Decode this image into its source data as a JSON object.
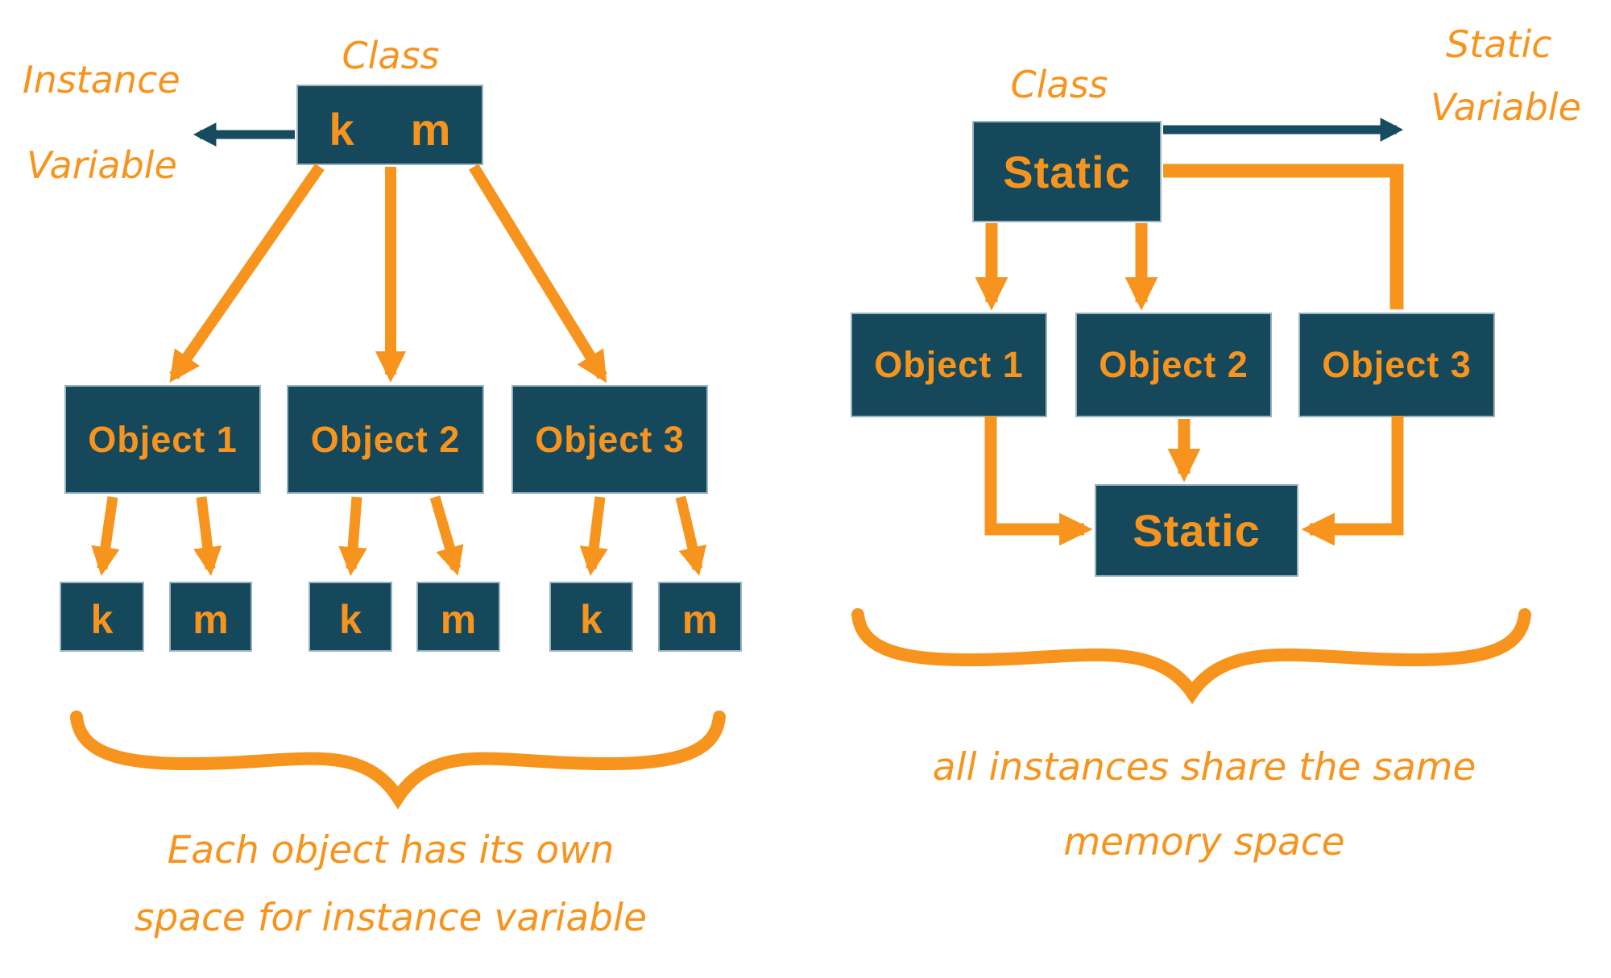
{
  "colors": {
    "orange": "#F7941E",
    "teal_box": "#16485C",
    "teal_arrow": "#174C60",
    "box_border": "#B0C8D2",
    "background": "#FFFFFF"
  },
  "left": {
    "class_label": "Class",
    "class_box_vars": [
      "k",
      "m"
    ],
    "side_label_line1": "Instance",
    "side_label_line2": "Variable",
    "objects": [
      {
        "label": "Object 1",
        "vars": [
          "k",
          "m"
        ]
      },
      {
        "label": "Object 2",
        "vars": [
          "k",
          "m"
        ]
      },
      {
        "label": "Object 3",
        "vars": [
          "k",
          "m"
        ]
      }
    ],
    "caption_line1": "Each object has its own",
    "caption_line2": "space for instance variable"
  },
  "right": {
    "class_label": "Class",
    "static_box_top": "Static",
    "side_label_line1": "Static",
    "side_label_line2": "Variable",
    "objects": [
      {
        "label": "Object 1"
      },
      {
        "label": "Object 2"
      },
      {
        "label": "Object 3"
      }
    ],
    "static_box_bottom": "Static",
    "caption_line1": "all instances share the same",
    "caption_line2": "memory space"
  }
}
